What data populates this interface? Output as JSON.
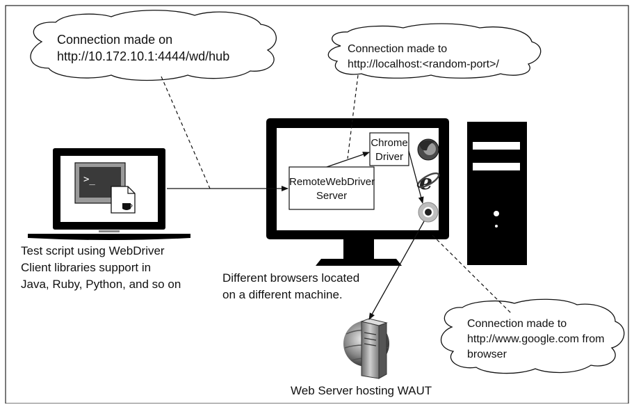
{
  "clouds": {
    "client_hub": {
      "line1": "Connection made on",
      "line2": "http://10.172.10.1:4444/wd/hub"
    },
    "localhost": {
      "line1": "Connection made to",
      "line2": "http://localhost:<random-port>/"
    },
    "google": {
      "line1": "Connection made to",
      "line2": "http://www.google.com from",
      "line3": "browser"
    }
  },
  "boxes": {
    "chrome_driver": {
      "line1": "Chrome",
      "line2": "Driver"
    },
    "remote_server": {
      "line1": "RemoteWebDriver",
      "line2": "Server"
    }
  },
  "captions": {
    "client": [
      "Test script using WebDriver",
      "Client libraries support in",
      "Java, Ruby, Python, and so on"
    ],
    "remote_machine": [
      "Different browsers located",
      "on a different machine."
    ],
    "web_server": "Web Server hosting WAUT"
  },
  "icons": [
    "terminal-icon",
    "script-document-icon",
    "firefox-icon",
    "internet-explorer-icon",
    "chrome-icon",
    "web-server-icon",
    "tower-computer-icon",
    "laptop-icon",
    "monitor-icon"
  ],
  "colors": {
    "line": "#111111",
    "fill": "#ffffff",
    "screen_frame": "#000000",
    "gray": "#9a9a9a"
  }
}
